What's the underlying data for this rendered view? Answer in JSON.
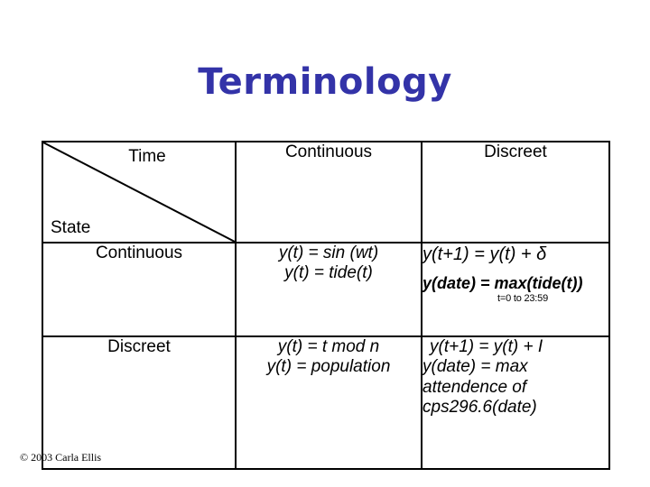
{
  "slide": {
    "title": "Terminology",
    "footer": "© 2003 Carla Ellis",
    "title_color": "#3333a8"
  },
  "matrix": {
    "corner": {
      "time_label": "Time",
      "state_label": "State",
      "diagonal": "diagonal-line"
    },
    "column_headers": [
      "Continuous",
      "Discreet"
    ],
    "row_labels": [
      "Continuous",
      "Discreet"
    ],
    "cells": {
      "continuous_continuous": {
        "line1": "y(t) = sin (wt)",
        "line2": "y(t) = tide(t)"
      },
      "continuous_discreet": {
        "line1": "y(t+1) = y(t) + δ",
        "line2": "y(date) = max(tide(t))",
        "subscript": "t=0 to 23:59"
      },
      "discreet_continuous": {
        "line1": "y(t) = t mod n",
        "line2": "y(t) = population"
      },
      "discreet_discreet": {
        "line1": "y(t+1) = y(t) + I",
        "line2": "y(date) = max",
        "line3": "attendence of",
        "line4": "cps296.6(date)"
      }
    }
  }
}
